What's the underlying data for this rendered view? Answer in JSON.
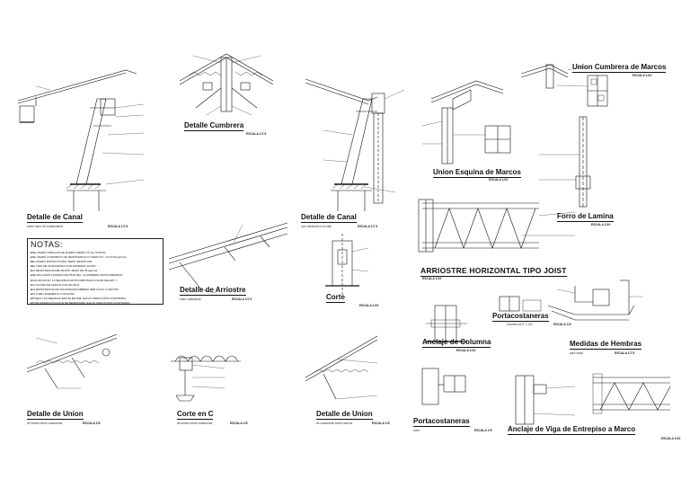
{
  "details": [
    {
      "id": "d1",
      "title": "Detalle de Canal",
      "sub": "sobre muro de mampostería",
      "scale": "ESCALA 1/7.5"
    },
    {
      "id": "d2",
      "title": "Detalle Cumbrera",
      "sub": "",
      "scale": "ESCALA 1/7.5"
    },
    {
      "id": "d3",
      "title": "Detalle de Canal",
      "sub": "con colectores a la calle",
      "scale": "ESCALA 1/7.5"
    },
    {
      "id": "d4",
      "title": "Union Esquina de Marcos",
      "sub": "",
      "scale": "ESCALA 1/10"
    },
    {
      "id": "d5",
      "title": "Union Cumbrera de Marcos",
      "sub": "",
      "scale": "ESCALA 1/10"
    },
    {
      "id": "d6",
      "title": "Forro de Lamina",
      "sub": "",
      "scale": "ESCALA 1/10"
    },
    {
      "id": "d7",
      "title": "Detalle de Arriostre",
      "sub": "entre costaneras",
      "scale": "ESCALA 1/7.5"
    },
    {
      "id": "d8",
      "title": "Corte",
      "sub": "",
      "scale": "ESCALA 1/10"
    },
    {
      "id": "d9",
      "title": "ARRIOSTRE HORIZONTAL TIPO JOIST",
      "sub": "",
      "scale": "ESCALA 1/10"
    },
    {
      "id": "d10",
      "title": "Portacostaneras",
      "sub": "columna de 3\" x 1/4\"",
      "scale": "ESCALA 1/5"
    },
    {
      "id": "d11",
      "title": "Anclaje de Columna",
      "sub": "",
      "scale": "ESCALA 1/10"
    },
    {
      "id": "d12",
      "title": "Medidas de Hembras",
      "sub": "para canal",
      "scale": "ESCALA 1/7.5"
    },
    {
      "id": "d13",
      "title": "Detalle de Union",
      "sub": "de lámina sobre costaneras",
      "scale": "ESCALA 1/5"
    },
    {
      "id": "d14",
      "title": "Corte en C",
      "sub": "de lamina sobre costaneras",
      "scale": "ESCALA 1/5"
    },
    {
      "id": "d15",
      "title": "Detalle de Union",
      "sub": "de costaneras sobre marcos",
      "scale": "ESCALA 1/5"
    },
    {
      "id": "d16",
      "title": "Portacostaneras",
      "sub": "corte",
      "scale": "ESCALA 1/5"
    },
    {
      "id": "d17",
      "title": "Anclaje de Viga de Entrepiso a Marco",
      "sub": "",
      "scale": "ESCALA 1/10"
    }
  ],
  "notes": {
    "title": "NOTAS:",
    "items": [
      "SE USARÁ VARILLAS DE ACERO GRADO 70 (fy 70 KPSI)",
      "SE USARÁ CONCRETO DE RESISTENCIA f'c=3000 P.S.I. (f'c=210 kg/cm2)",
      "EL ACERO ESTRUCTURAL SERÁ GRADO A36",
      "EL TIPO DE SOLDADURA CON MATERIAL E70XX",
      "LA RESISTENCIA DEL BLOCK SERÁ DE 35 kg/cm2",
      "SE APLICARÁ 2 MANOS DE PINTURA, LA PRIMERA ANTICORROSIVA",
      "COLOR ROJO, LA SEGUNDA ANTICORROSIVA COLOR NEGRO Y",
      "LA ULTIMA DE ACEITE COLOR AZUL",
      "LA RESISTENCIA DE SOLDADURA DEBERÁ SER IGUAL O MAYOR",
      "A LA DEL ELEMENTO A SOLDAR",
      "TODAS LAS MEDIDAS ESTÁN EN MM, SALVO INDICACIÓN CONTRARIA",
      "TODA ESPECIFICACIÓN SE RESPETARÁ SALVO INDICACIÓN CONTRARIA"
    ]
  },
  "colors": {
    "ink": "#111111",
    "paper": "#ffffff",
    "hatch": "#444444"
  }
}
